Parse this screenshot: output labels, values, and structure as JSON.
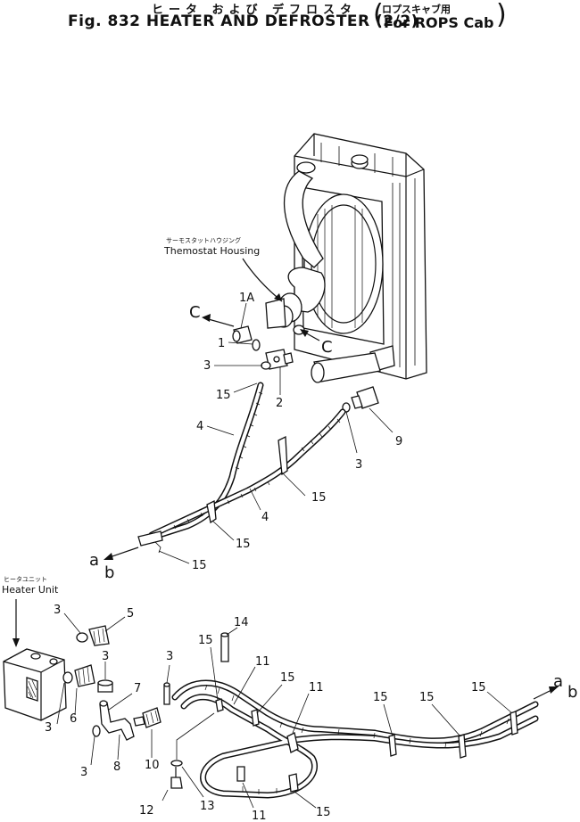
{
  "header": {
    "title_jp": "ヒータ および デフロスタ",
    "title": "Fig. 832  HEATER AND DEFROSTER (2/2)",
    "sub_jp": "ロプスキャブ用",
    "sub": "For ROPS Cab"
  },
  "callouts": {
    "thermostat_jp": "サーモスタットハウジング",
    "thermostat": "Themostat Housing",
    "heater_jp": "ヒータユニット",
    "heater": "Heater Unit"
  },
  "arrows": {
    "c_left": "C",
    "c_right": "C",
    "a_left": "a",
    "b_left": "b",
    "a_right": "a",
    "b_right": "b"
  },
  "part_labels": {
    "p1A": "1A",
    "p1": "1",
    "p3_upper": "3",
    "p15_upper": "15",
    "p2": "2",
    "p4_left": "4",
    "p9": "9",
    "p3_mid": "3",
    "p15_mid": "15",
    "p4_mid": "4",
    "p15_low1": "15",
    "p15_low2": "15",
    "p3_hu": "3",
    "p5": "5",
    "p3_b1": "3",
    "p6": "6",
    "p3_b2": "3",
    "p7": "7",
    "p3_b3": "3",
    "p8": "8",
    "p10": "10",
    "p3_b4": "3",
    "p12": "12",
    "p13": "13",
    "p14": "14",
    "p15_b1": "15",
    "p11_b1": "11",
    "p15_b2": "15",
    "p11_b2": "11",
    "p15_b3": "15",
    "p15_b4": "15",
    "p15_b5": "15",
    "p11_bottom": "11",
    "p15_bottom": "15"
  }
}
